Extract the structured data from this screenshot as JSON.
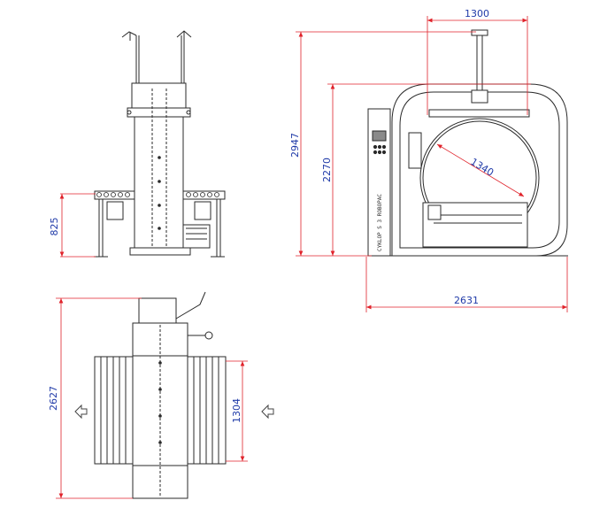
{
  "colors": {
    "dimension_line": "#e0232b",
    "dimension_text": "#1f3aa8",
    "outline": "#2a2a2a",
    "panel_fill": "#ffffff",
    "control_screen": "#8a8a8a",
    "arrow": "#444444"
  },
  "views": {
    "front": {
      "dims": {
        "height": "825"
      }
    },
    "side": {
      "dims": {
        "width_top": "1300",
        "height_total": "2947",
        "height_frame": "2270",
        "ring_diameter": "1340",
        "width_bottom": "2631"
      },
      "panel_label": "CYKLOP  S 3  ROBOPAC"
    },
    "top": {
      "dims": {
        "length": "2627",
        "conveyor": "1304"
      },
      "arrows": [
        "left-arrow-icon",
        "left-arrow-icon"
      ]
    }
  }
}
